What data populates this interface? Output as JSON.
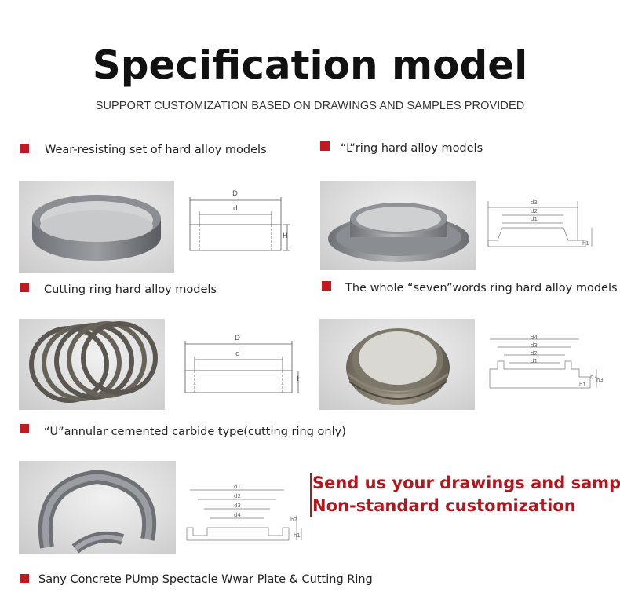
{
  "header": {
    "title": "Specification model",
    "subtitle": "SUPPORT CUSTOMIZATION BASED ON DRAWINGS AND SAMPLES PROVIDED"
  },
  "models": [
    {
      "label": "Wear-resisting set of hard alloy models"
    },
    {
      "label": "“L”ring hard alloy models"
    },
    {
      "label": "Cutting ring hard alloy models"
    },
    {
      "label": "The whole “seven”words ring hard alloy models"
    },
    {
      "label": "“U”annular cemented carbide type(cutting ring only)"
    },
    {
      "label": "Sany Concrete PUmp Spectacle Wwar Plate & Cutting Ring"
    }
  ],
  "diagram_labels": {
    "outer_diameter": "D",
    "inner_diameter": "d",
    "height": "H",
    "d1": "d1",
    "d2": "d2",
    "d3": "d3",
    "d4": "d4",
    "h1": "h1",
    "h2": "h2",
    "h3": "h3"
  },
  "cta": {
    "line1": "Send us your drawings and samples",
    "line2": "Non-standard customization"
  },
  "colors": {
    "accent_red": "#c0191f",
    "cta_red": "#b3171d",
    "metal_dark": "#5e6266",
    "metal_light": "#a9acb0"
  }
}
